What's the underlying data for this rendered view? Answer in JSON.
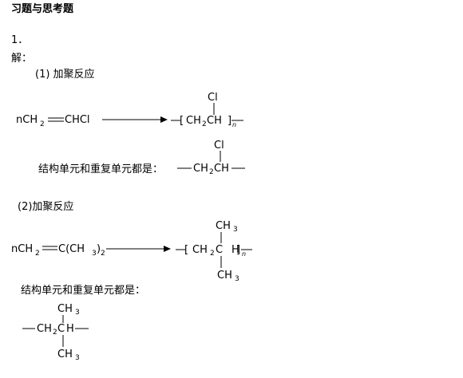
{
  "header": {
    "title": "习题与思考题"
  },
  "question": {
    "number": "1．",
    "solution_label": "解："
  },
  "part1": {
    "label": "(1) 加聚反应",
    "monomer_n": "nCH",
    "monomer_sub2": "2",
    "monomer_rest": "CHCl",
    "bracket_left": "[",
    "polymer_ch": "CH",
    "polymer_sub2": "2",
    "polymer_ch2": "CH",
    "bracket_right": "]",
    "subscript_n": "n",
    "substituent": "Cl",
    "repeat_text": "结构单元和重复单元都是：",
    "repeat_ch": "CH",
    "repeat_sub2": "2",
    "repeat_ch2": "CH",
    "repeat_substituent": "Cl"
  },
  "part2": {
    "label": "(2)加聚反应",
    "monomer_n": "nCH",
    "monomer_sub2": "2",
    "monomer_rest": "C(CH",
    "monomer_sub3": "3",
    "monomer_close": ")",
    "monomer_sub2b": "2",
    "bracket_left": "[",
    "polymer_ch": "CH",
    "polymer_sub2": "2",
    "polymer_c": "C",
    "bracket_right": "]",
    "subscript_n": "n",
    "top_group": "CH",
    "top_sub3": "3",
    "bottom_group": "CH",
    "bottom_sub3": "3",
    "repeat_text": "结构单元和重复单元都是：",
    "repeat_ch": "CH",
    "repeat_sub2": "2",
    "repeat_c": "C",
    "repeat_top": "CH",
    "repeat_top_sub": "3",
    "repeat_bottom": "CH",
    "repeat_bottom_sub": "3"
  }
}
